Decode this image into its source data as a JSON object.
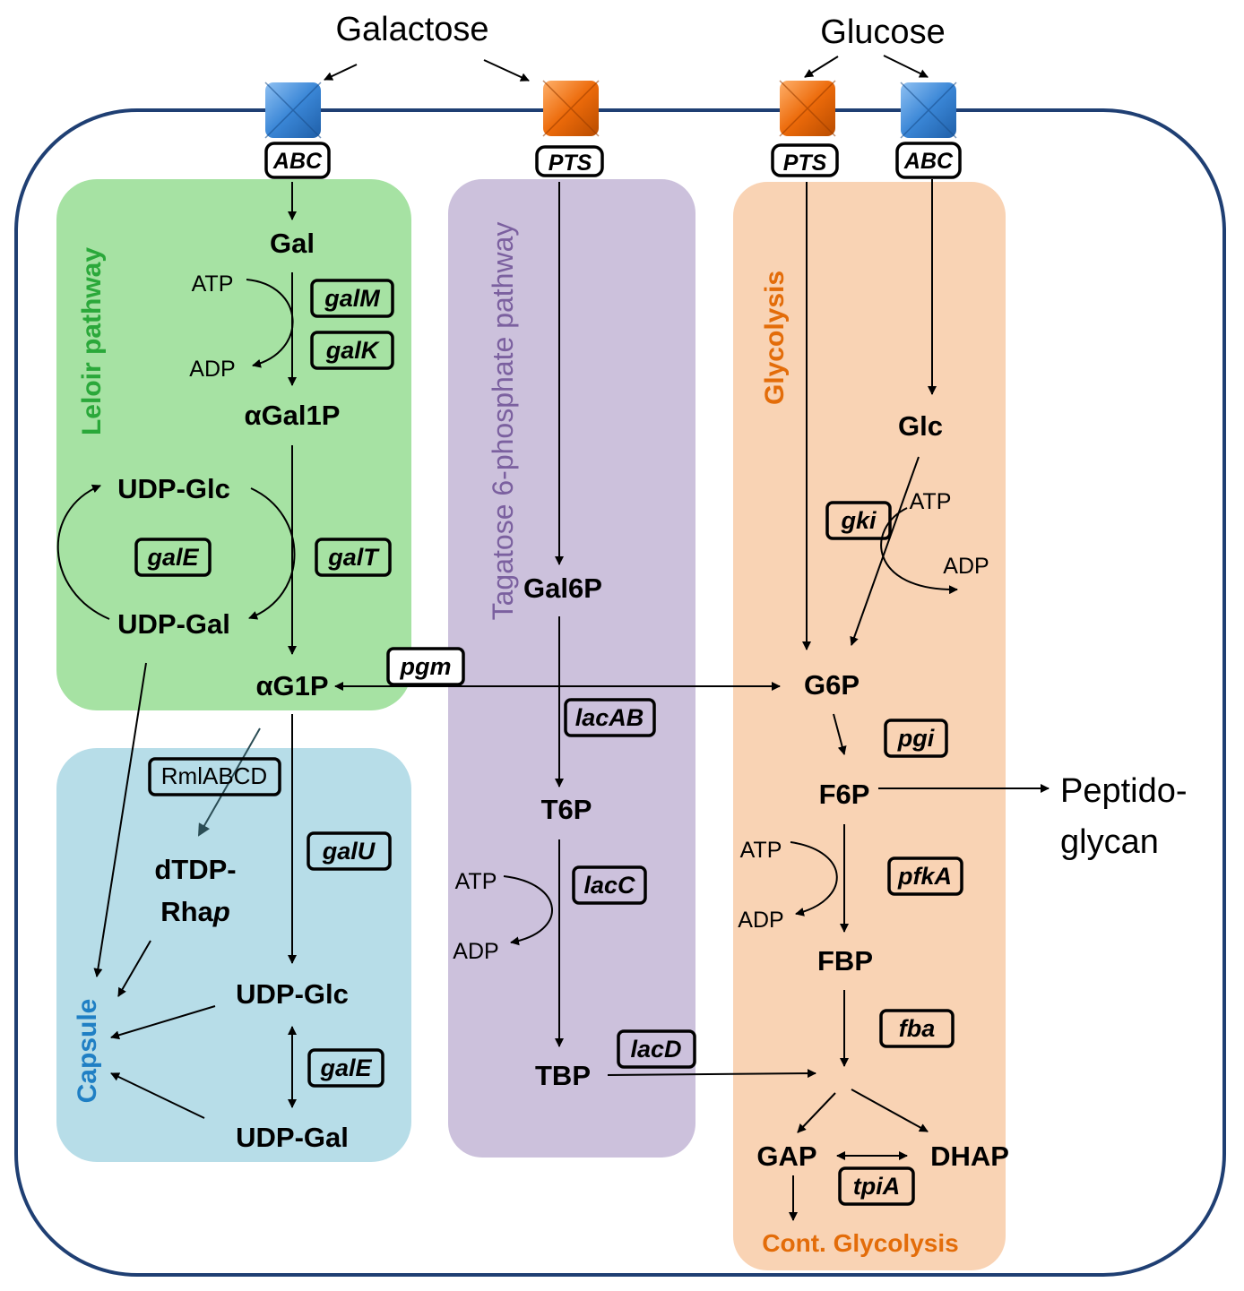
{
  "colors": {
    "cell_border": "#1f3f73",
    "leloir_bg": "#a6e2a3",
    "leloir_text": "#2aa83a",
    "capsule_bg": "#b7dde8",
    "capsule_text": "#1f7fc4",
    "tagatose_bg": "#ccc1dc",
    "tagatose_text": "#7b609f",
    "glycolysis_bg": "#f9d3b4",
    "glycolysis_text": "#e36c09",
    "abc_transporter": "#3a86d6",
    "pts_transporter": "#ec6a0a"
  },
  "sugars": {
    "galactose": "Galactose",
    "glucose": "Glucose"
  },
  "transporters": {
    "abc_gal": "ABC",
    "pts_gal": "PTS",
    "pts_glc": "PTS",
    "abc_glc": "ABC"
  },
  "pathways": {
    "leloir": "Leloir pathway",
    "tagatose": "Tagatose 6-phosphate pathway",
    "glycolysis": "Glycolysis",
    "capsule": "Capsule",
    "cont_glycolysis": "Cont. Glycolysis"
  },
  "metabolites": {
    "gal": "Gal",
    "agal1p": "αGal1P",
    "udp_glc_leloir": "UDP-Glc",
    "udp_gal_leloir": "UDP-Gal",
    "ag1p": "αG1P",
    "dtdp": "dTDP-",
    "rhap_main": "Rha",
    "rhap_italic": "p",
    "udp_glc_capsule": "UDP-Glc",
    "udp_gal_capsule": "UDP-Gal",
    "gal6p": "Gal6P",
    "t6p": "T6P",
    "tbp": "TBP",
    "glc": "Glc",
    "g6p": "G6P",
    "f6p": "F6P",
    "fbp": "FBP",
    "gap": "GAP",
    "dhap": "DHAP",
    "peptido_line1": "Peptido-",
    "peptido_line2": "glycan"
  },
  "cofactors": {
    "atp_galk": "ATP",
    "adp_galk": "ADP",
    "atp_gki": "ATP",
    "adp_gki": "ADP",
    "atp_lacc": "ATP",
    "adp_lacc": "ADP",
    "atp_pfka": "ATP",
    "adp_pfka": "ADP"
  },
  "genes": {
    "galm": "galM",
    "galk": "galK",
    "gale_leloir": "galE",
    "galt": "galT",
    "pgm": "pgm",
    "rmlabcd": "RmlABCD",
    "galu": "galU",
    "gale_capsule": "galE",
    "lacab": "lacAB",
    "lacc": "lacC",
    "lacd": "lacD",
    "gki": "gki",
    "pgi": "pgi",
    "pfka": "pfkA",
    "fba": "fba",
    "tpia": "tpiA"
  }
}
